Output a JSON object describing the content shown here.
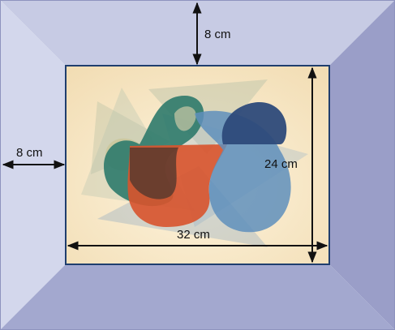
{
  "diagram": {
    "frame_width_label_top": "8 cm",
    "frame_width_label_left": "8 cm",
    "picture_height_label": "24 cm",
    "picture_width_label": "32 cm"
  },
  "colors": {
    "frame_top": "#c7cbe4",
    "frame_left": "#d3d7ec",
    "frame_right": "#9a9ec8",
    "frame_bottom": "#a3a8cf",
    "picture_border": "#1f3e6e",
    "canvas_center": "#fdf3dc",
    "canvas_edge": "#f2ddb4",
    "shape_teal": "#2e7a6c",
    "shape_orange": "#d8532c",
    "shape_navy": "#2d4a7a",
    "shape_blue": "#5f8fbc",
    "shape_olive": "#c9c59a",
    "arrow": "#111111"
  }
}
